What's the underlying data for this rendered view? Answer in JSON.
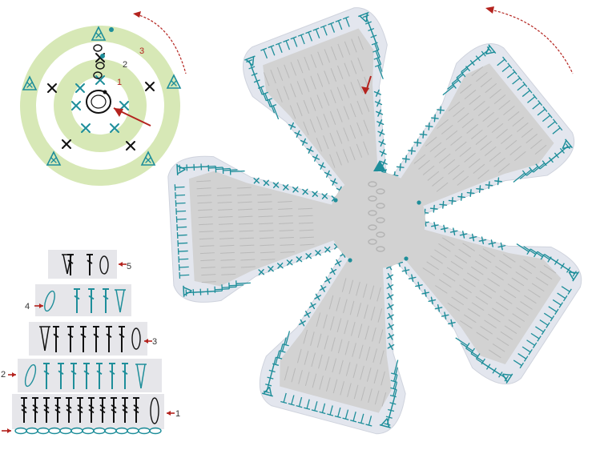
{
  "colors": {
    "teal": "#1e8e9a",
    "black": "#111111",
    "red_arrow": "#b4231e",
    "ring_green": "#d7e8b6",
    "petal_outer": "#e3e6ee",
    "petal_inner": "#d2d2d2",
    "bar_bg": "#e6e6ea"
  },
  "motif": {
    "round_labels": [
      "1",
      "2",
      "3"
    ]
  },
  "rows_chart": {
    "row_labels": [
      "5",
      "4",
      "3",
      "2",
      "1"
    ]
  },
  "icons": [
    "direction-arrow-icon",
    "start-arrow-icon",
    "row-pointer-icon"
  ]
}
